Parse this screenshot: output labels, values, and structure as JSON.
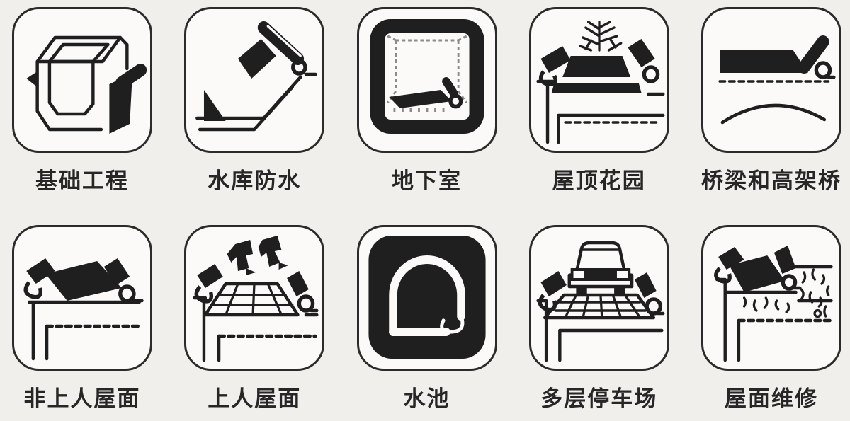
{
  "colors": {
    "ink": "#1f1f1f",
    "paper": "#f0efeb",
    "tile": "#fbfaf8",
    "interior_line": "#8b8b8b"
  },
  "cells": [
    {
      "label": "基础工程",
      "icon": "foundation-pit-icon"
    },
    {
      "label": "水库防水",
      "icon": "reservoir-slope-icon"
    },
    {
      "label": "地下室",
      "icon": "basement-icon"
    },
    {
      "label": "屋顶花园",
      "icon": "roof-garden-icon"
    },
    {
      "label": "桥梁和高架桥",
      "icon": "bridge-viaduct-icon"
    },
    {
      "label": "非上人屋面",
      "icon": "non-walkable-roof-icon"
    },
    {
      "label": "上人屋面",
      "icon": "walkable-roof-icon"
    },
    {
      "label": "水池",
      "icon": "water-pool-icon"
    },
    {
      "label": "多层停车场",
      "icon": "parking-deck-icon"
    },
    {
      "label": "屋面维修",
      "icon": "roof-repair-icon"
    }
  ]
}
